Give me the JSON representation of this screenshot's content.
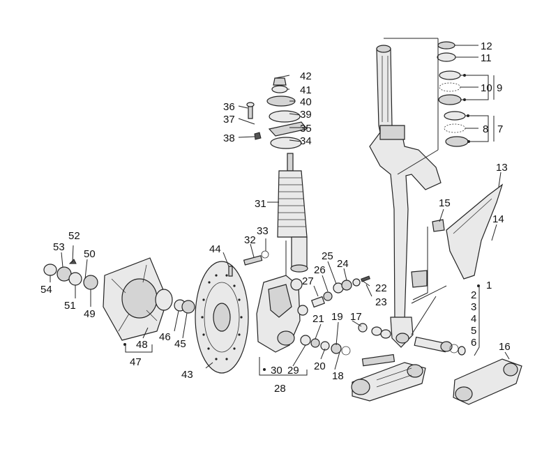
{
  "labels": [
    {
      "id": "1",
      "text": "1"
    },
    {
      "id": "2",
      "text": "2"
    },
    {
      "id": "3",
      "text": "3"
    },
    {
      "id": "4",
      "text": "4"
    },
    {
      "id": "5",
      "text": "5"
    },
    {
      "id": "6",
      "text": "6"
    },
    {
      "id": "7",
      "text": "7"
    },
    {
      "id": "8",
      "text": "8"
    },
    {
      "id": "9",
      "text": "9"
    },
    {
      "id": "10",
      "text": "10"
    },
    {
      "id": "11",
      "text": "11"
    },
    {
      "id": "12",
      "text": "12"
    },
    {
      "id": "13",
      "text": "13"
    },
    {
      "id": "14",
      "text": "14"
    },
    {
      "id": "15",
      "text": "15"
    },
    {
      "id": "16",
      "text": "16"
    },
    {
      "id": "17",
      "text": "17"
    },
    {
      "id": "18",
      "text": "18"
    },
    {
      "id": "19",
      "text": "19"
    },
    {
      "id": "20",
      "text": "20"
    },
    {
      "id": "21",
      "text": "21"
    },
    {
      "id": "22",
      "text": "22"
    },
    {
      "id": "23",
      "text": "23"
    },
    {
      "id": "24",
      "text": "24"
    },
    {
      "id": "25",
      "text": "25"
    },
    {
      "id": "26",
      "text": "26"
    },
    {
      "id": "27",
      "text": "27"
    },
    {
      "id": "28",
      "text": "28"
    },
    {
      "id": "29",
      "text": "29"
    },
    {
      "id": "30",
      "text": "30"
    },
    {
      "id": "31",
      "text": "31"
    },
    {
      "id": "32",
      "text": "32"
    },
    {
      "id": "33",
      "text": "33"
    },
    {
      "id": "34",
      "text": "34"
    },
    {
      "id": "35",
      "text": "35"
    },
    {
      "id": "36",
      "text": "36"
    },
    {
      "id": "37",
      "text": "37"
    },
    {
      "id": "38",
      "text": "38"
    },
    {
      "id": "39",
      "text": "39"
    },
    {
      "id": "40",
      "text": "40"
    },
    {
      "id": "41",
      "text": "41"
    },
    {
      "id": "42",
      "text": "42"
    },
    {
      "id": "43",
      "text": "43"
    },
    {
      "id": "44",
      "text": "44"
    },
    {
      "id": "45",
      "text": "45"
    },
    {
      "id": "46",
      "text": "46"
    },
    {
      "id": "47",
      "text": "47"
    },
    {
      "id": "48",
      "text": "48"
    },
    {
      "id": "49",
      "text": "49"
    },
    {
      "id": "50",
      "text": "50"
    },
    {
      "id": "51",
      "text": "51"
    },
    {
      "id": "52",
      "text": "52"
    },
    {
      "id": "53",
      "text": "53"
    },
    {
      "id": "54",
      "text": "54"
    }
  ]
}
